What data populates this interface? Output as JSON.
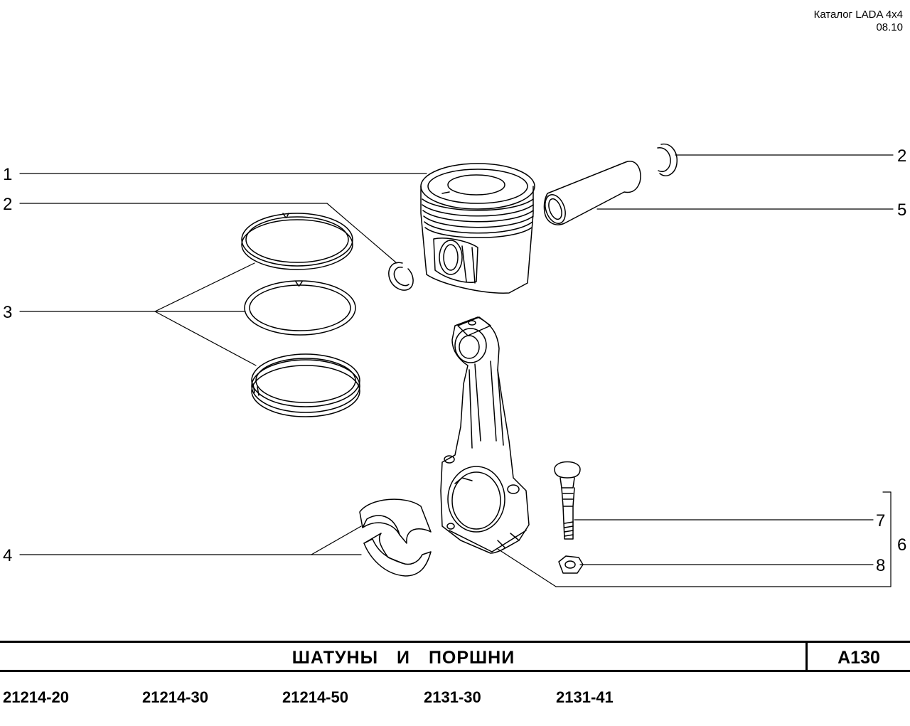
{
  "header": {
    "catalog": "Каталог LADA 4x4",
    "date": "08.10"
  },
  "callouts": {
    "c1": "1",
    "c2a": "2",
    "c2b": "2",
    "c3": "3",
    "c4": "4",
    "c5": "5",
    "c6": "6",
    "c7": "7",
    "c8": "8"
  },
  "title_block": {
    "title": "ШАТУНЫ И ПОРШНИ",
    "code": "A130"
  },
  "models": [
    "21214-20",
    "21214-30",
    "21214-50",
    "2131-30",
    "2131-41"
  ]
}
